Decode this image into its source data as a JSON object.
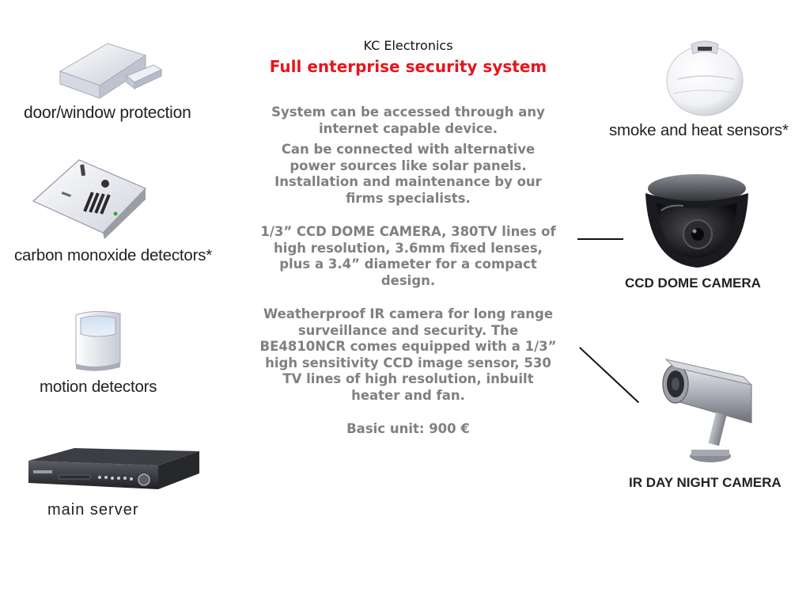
{
  "slide": {
    "company": "KC Electronics",
    "headline": "Full enterprise security system"
  },
  "body": {
    "p1": "System can be accessed through any internet capable device.",
    "p2": "Can be connected with alternative power sources like solar panels. Installation and maintenance by our firms specialists.",
    "p3": "1/3” CCD DOME CAMERA, 380TV lines of high resolution, 3.6mm fixed lenses, plus a 3.4” diameter for a compact design.",
    "p4": "Weatherproof IR camera for long range surveillance and security. The BE4810NCR comes equipped with a 1/3” high sensitivity CCD image sensor, 530 TV lines of high resolution, inbuilt heater and fan.",
    "price": "Basic unit: 900 €"
  },
  "products": {
    "door_window": {
      "label": "door/window protection",
      "icon": "door-window-sensor-icon"
    },
    "carbon_monoxide": {
      "label": "carbon monoxide detectors*",
      "icon": "co-detector-icon"
    },
    "motion": {
      "label": "motion detectors",
      "icon": "motion-detector-icon"
    },
    "server": {
      "label": "main server",
      "icon": "dvr-server-icon"
    },
    "smoke_heat": {
      "label": "smoke and heat sensors*",
      "icon": "smoke-sensor-icon"
    },
    "dome_camera": {
      "label": "CCD DOME CAMERA",
      "icon": "dome-camera-icon"
    },
    "ir_camera": {
      "label": "IR DAY NIGHT CAMERA",
      "icon": "bullet-camera-icon"
    }
  },
  "colors": {
    "headline": "#e8141b",
    "body_text": "#808080",
    "title_text": "#111111"
  }
}
